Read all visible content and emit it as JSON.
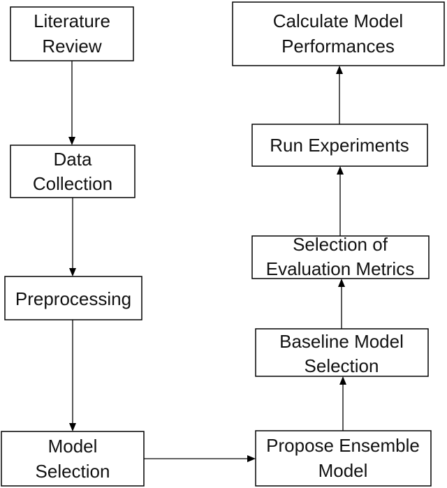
{
  "flowchart": {
    "nodes": {
      "literature_review": {
        "line1": "Literature",
        "line2": "Review"
      },
      "data_collection": {
        "line1": "Data",
        "line2": "Collection"
      },
      "preprocessing": {
        "label": "Preprocessing"
      },
      "model_selection": {
        "line1": "Model",
        "line2": "Selection"
      },
      "propose_ensemble": {
        "line1": "Propose Ensemble",
        "line2": "Model"
      },
      "baseline_model": {
        "line1": "Baseline Model",
        "line2": "Selection"
      },
      "evaluation_metrics": {
        "line1": "Selection of",
        "line2": "Evaluation Metrics"
      },
      "run_experiments": {
        "label": "Run Experiments"
      },
      "calculate_performance": {
        "line1": "Calculate Model",
        "line2": "Performances"
      }
    },
    "edges": [
      {
        "from": "literature_review",
        "to": "data_collection"
      },
      {
        "from": "data_collection",
        "to": "preprocessing"
      },
      {
        "from": "preprocessing",
        "to": "model_selection"
      },
      {
        "from": "model_selection",
        "to": "propose_ensemble"
      },
      {
        "from": "propose_ensemble",
        "to": "baseline_model"
      },
      {
        "from": "baseline_model",
        "to": "evaluation_metrics"
      },
      {
        "from": "evaluation_metrics",
        "to": "run_experiments"
      },
      {
        "from": "run_experiments",
        "to": "calculate_performance"
      }
    ]
  }
}
